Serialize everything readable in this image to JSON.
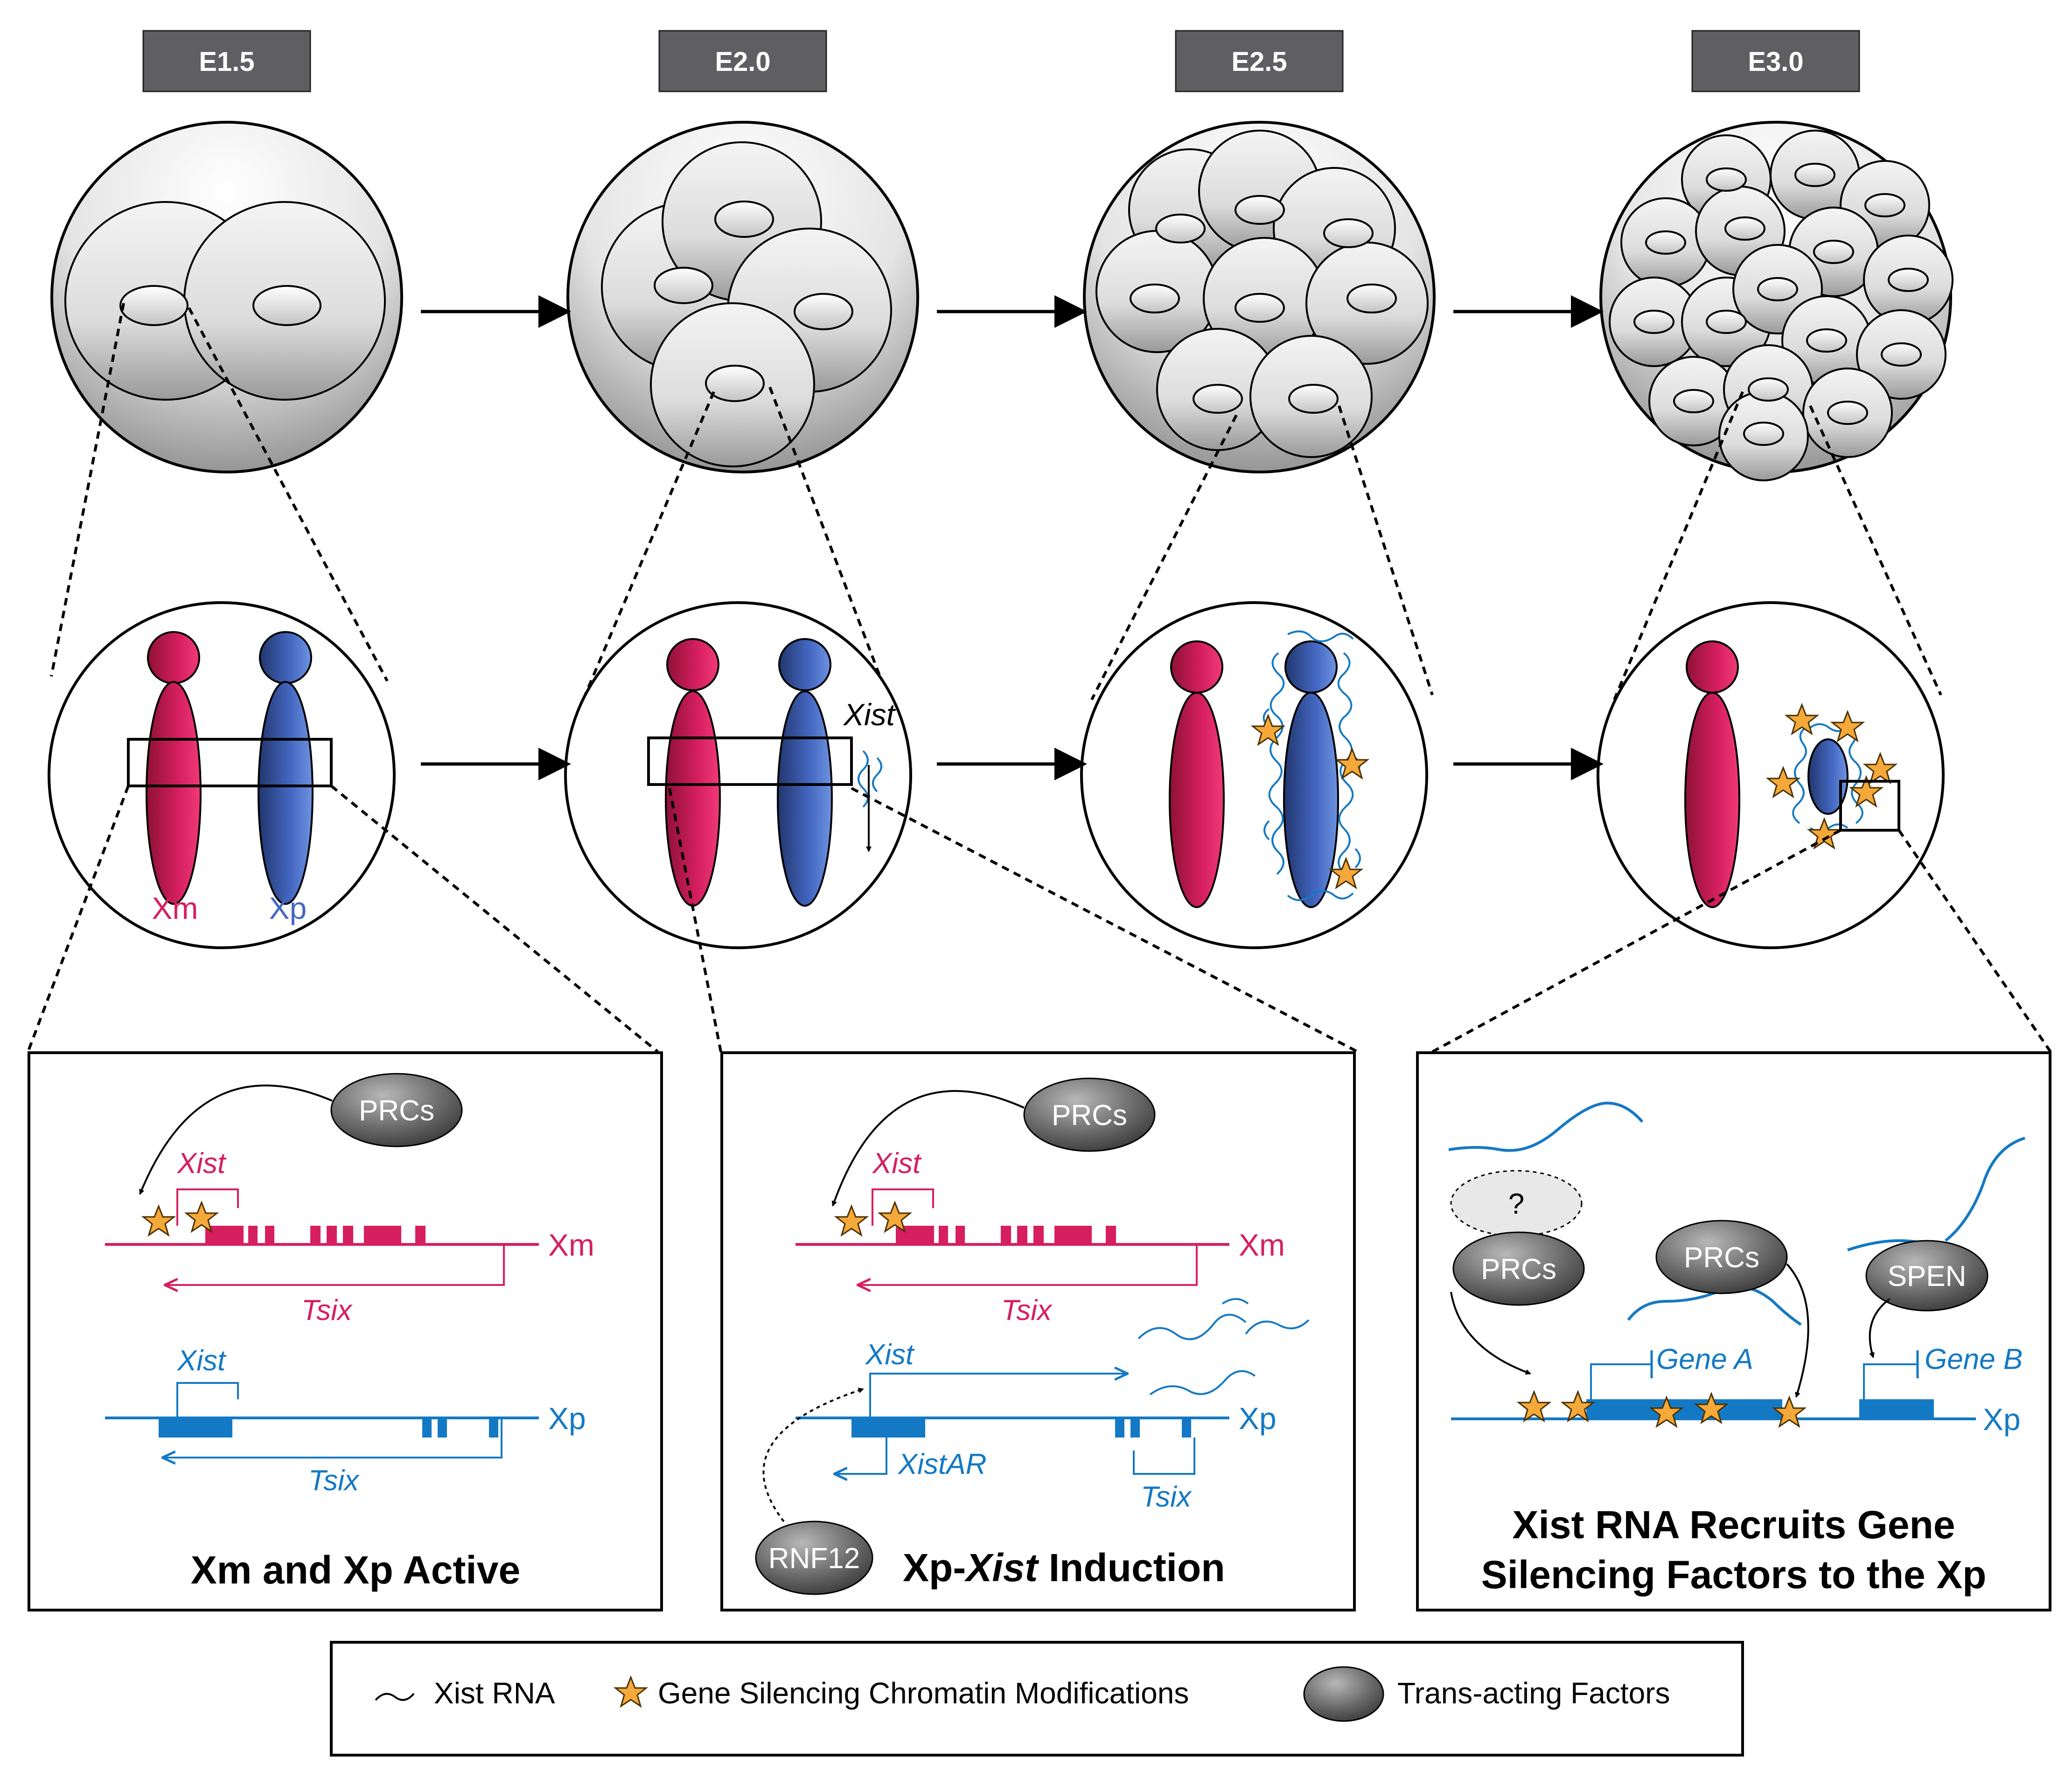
{
  "stages": [
    "E1.5",
    "E2.0",
    "E2.5",
    "E3.0"
  ],
  "chromosomes": {
    "xm_label": "Xm",
    "xp_label": "Xp",
    "xist_label": "Xist"
  },
  "panels": [
    {
      "caption": "Xm and Xp Active",
      "factor": "PRCs",
      "xm": {
        "gene": "Xist",
        "antisense": "Tsix",
        "strand": "Xm"
      },
      "xp": {
        "gene": "Xist",
        "antisense": "Tsix",
        "strand": "Xp"
      }
    },
    {
      "caption_prefix": "Xp-",
      "caption_italic": "Xist",
      "caption_suffix": " Induction",
      "factor": "PRCs",
      "activator": "RNF12",
      "xm": {
        "gene": "Xist",
        "antisense": "Tsix",
        "strand": "Xm"
      },
      "xp": {
        "gene": "Xist",
        "antisense": "XistAR",
        "tsix": "Tsix",
        "strand": "Xp"
      }
    },
    {
      "caption_line1": "Xist RNA Recruits Gene",
      "caption_line2": "Silencing Factors to the Xp",
      "unknown": "?",
      "factor_a": "PRCs",
      "factor_b": "PRCs",
      "factor_c": "SPEN",
      "gene_a": "Gene A",
      "gene_b": "Gene B",
      "strand": "Xp"
    }
  ],
  "legend": {
    "xist_rna": "Xist RNA",
    "silencing": "Gene Silencing Chromatin Modifications",
    "factors": "Trans-acting Factors"
  },
  "colors": {
    "maternal": "#d61f5f",
    "paternal": "#4468c2",
    "gene_blue": "#1479c4",
    "star": "#f5a93a",
    "stage_box": "#5f5f61"
  }
}
